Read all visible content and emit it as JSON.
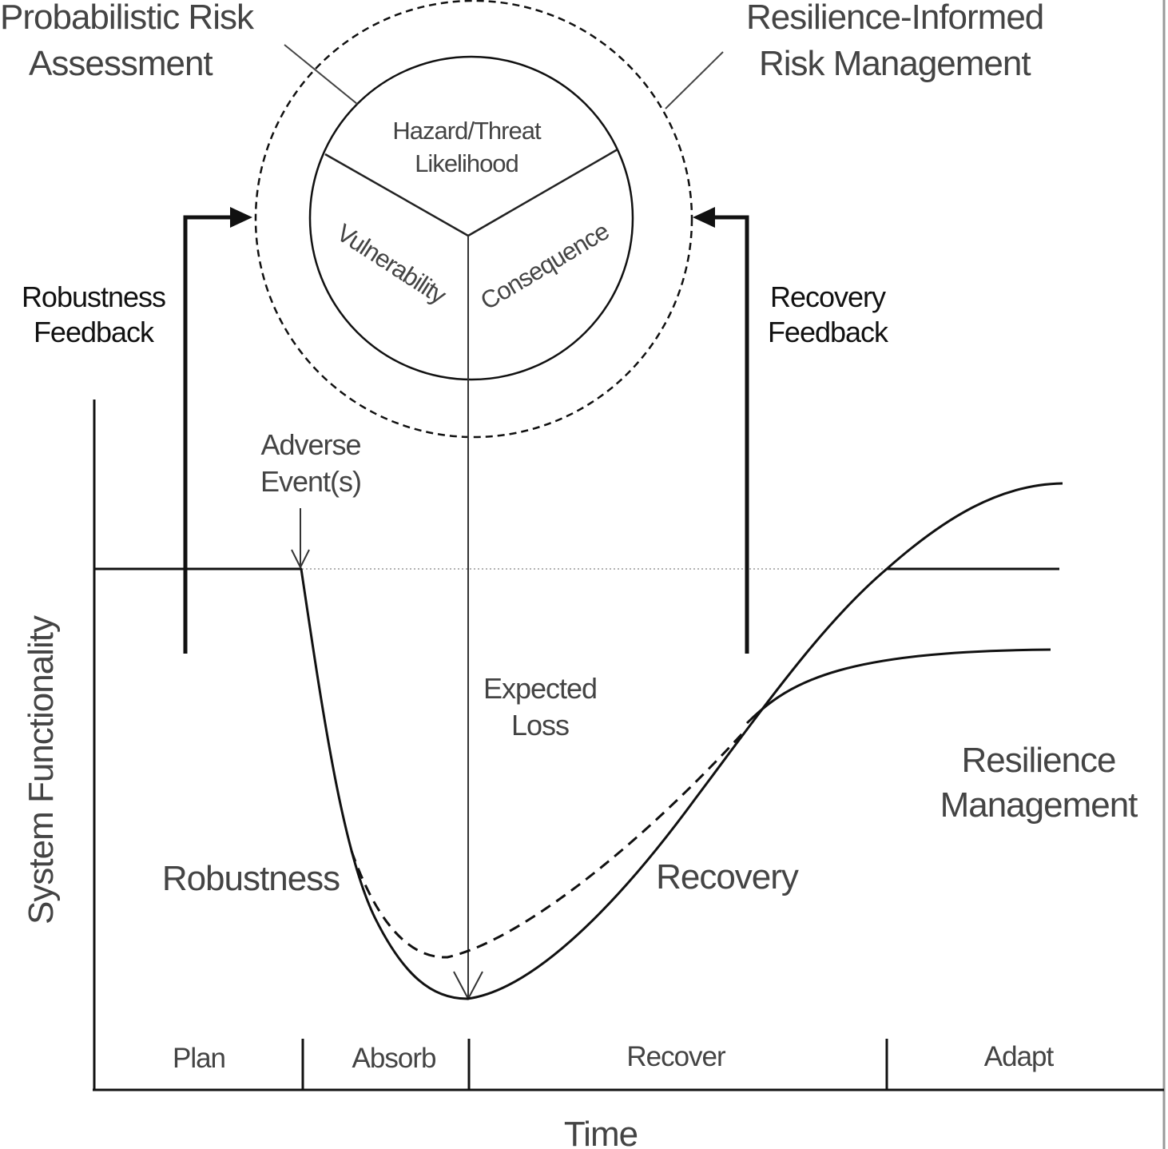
{
  "diagram": {
    "top_left_label": [
      "Probabilistic Risk",
      "Assessment"
    ],
    "top_right_label": [
      "Resilience-Informed",
      "Risk Management"
    ],
    "circle": {
      "top_segment": [
        "Hazard/Threat",
        "Likelihood"
      ],
      "left_segment": "Vulnerability",
      "right_segment": "Consequence"
    },
    "left_feedback": [
      "Robustness",
      "Feedback"
    ],
    "right_feedback": [
      "Recovery",
      "Feedback"
    ],
    "event_label": [
      "Adverse",
      "Event(s)"
    ],
    "loss_label": [
      "Expected",
      "Loss"
    ],
    "robustness_label": "Robustness",
    "recovery_label": "Recovery",
    "resilience_label": [
      "Resilience",
      "Management"
    ],
    "y_axis_label": "System Functionality",
    "x_axis_label": "Time",
    "phases": [
      "Plan",
      "Absorb",
      "Recover",
      "Adapt"
    ]
  }
}
